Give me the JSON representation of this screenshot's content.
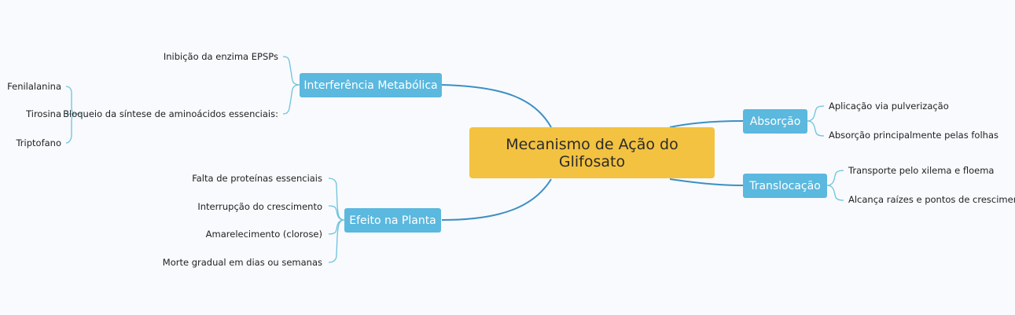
{
  "root": {
    "title": "Mecanismo de Ação do Glifosato"
  },
  "branches": {
    "interferencia": {
      "label": "Interferência Metabólica",
      "children": [
        "Inibição da enzima EPSPs",
        "Bloqueio da síntese de aminoácidos essenciais:"
      ],
      "aminoacidos": [
        "Fenilalanina",
        "Tirosina",
        "Triptofano"
      ]
    },
    "efeito": {
      "label": "Efeito na Planta",
      "children": [
        "Falta de proteínas essenciais",
        "Interrupção do crescimento",
        "Amarelecimento (clorose)",
        "Morte gradual em dias ou semanas"
      ]
    },
    "absorcao": {
      "label": "Absorção",
      "children": [
        "Aplicação via pulverização",
        "Absorção principalmente pelas folhas"
      ]
    },
    "translocacao": {
      "label": "Translocação",
      "children": [
        "Transporte pelo xilema e floema",
        "Alcança raízes e pontos de crescimento"
      ]
    }
  },
  "colors": {
    "root": "#f3c240",
    "branch": "#5bb8de",
    "connector": "#3d8fc4",
    "leaf_connector": "#6cc3dd"
  }
}
